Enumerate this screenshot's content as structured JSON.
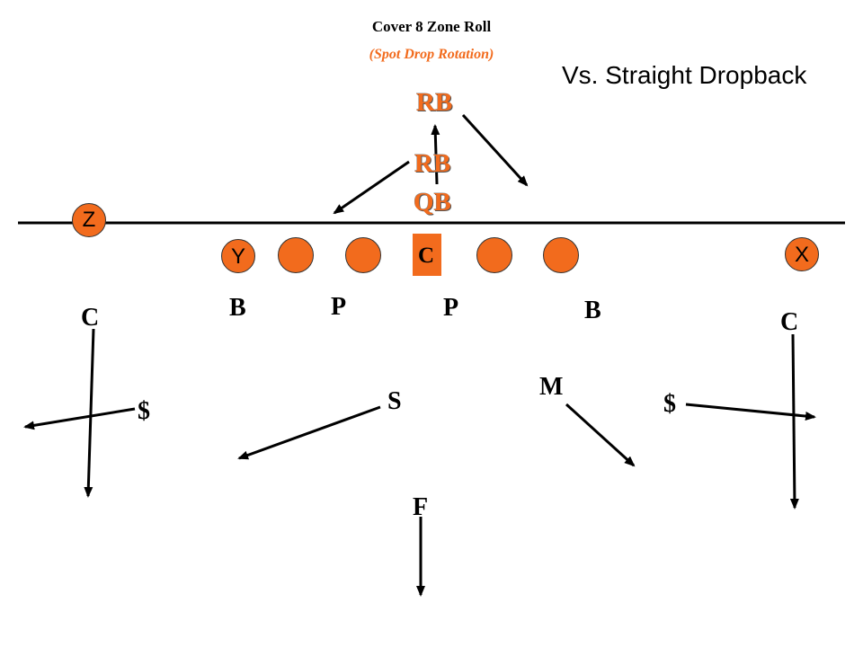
{
  "header": {
    "title": "Cover 8 Zone Roll",
    "subtitle": "(Spot Drop Rotation)",
    "vs_label": "Vs. Straight Dropback"
  },
  "colors": {
    "offense": "#f26b1d",
    "subtitle": "#f26b1d",
    "line": "#000000"
  },
  "offense": {
    "rb_deep": "RB",
    "rb_near": "RB",
    "qb": "QB",
    "center": "C",
    "receiver_z": "Z",
    "receiver_y": "Y",
    "receiver_x": "X"
  },
  "defense": {
    "end_left": "B",
    "tackle_left": "P",
    "tackle_right": "P",
    "end_right": "B",
    "corner_left": "C",
    "corner_right": "C",
    "safety_left": "$",
    "safety_right": "$",
    "sam": "S",
    "mike": "M",
    "free": "F"
  }
}
